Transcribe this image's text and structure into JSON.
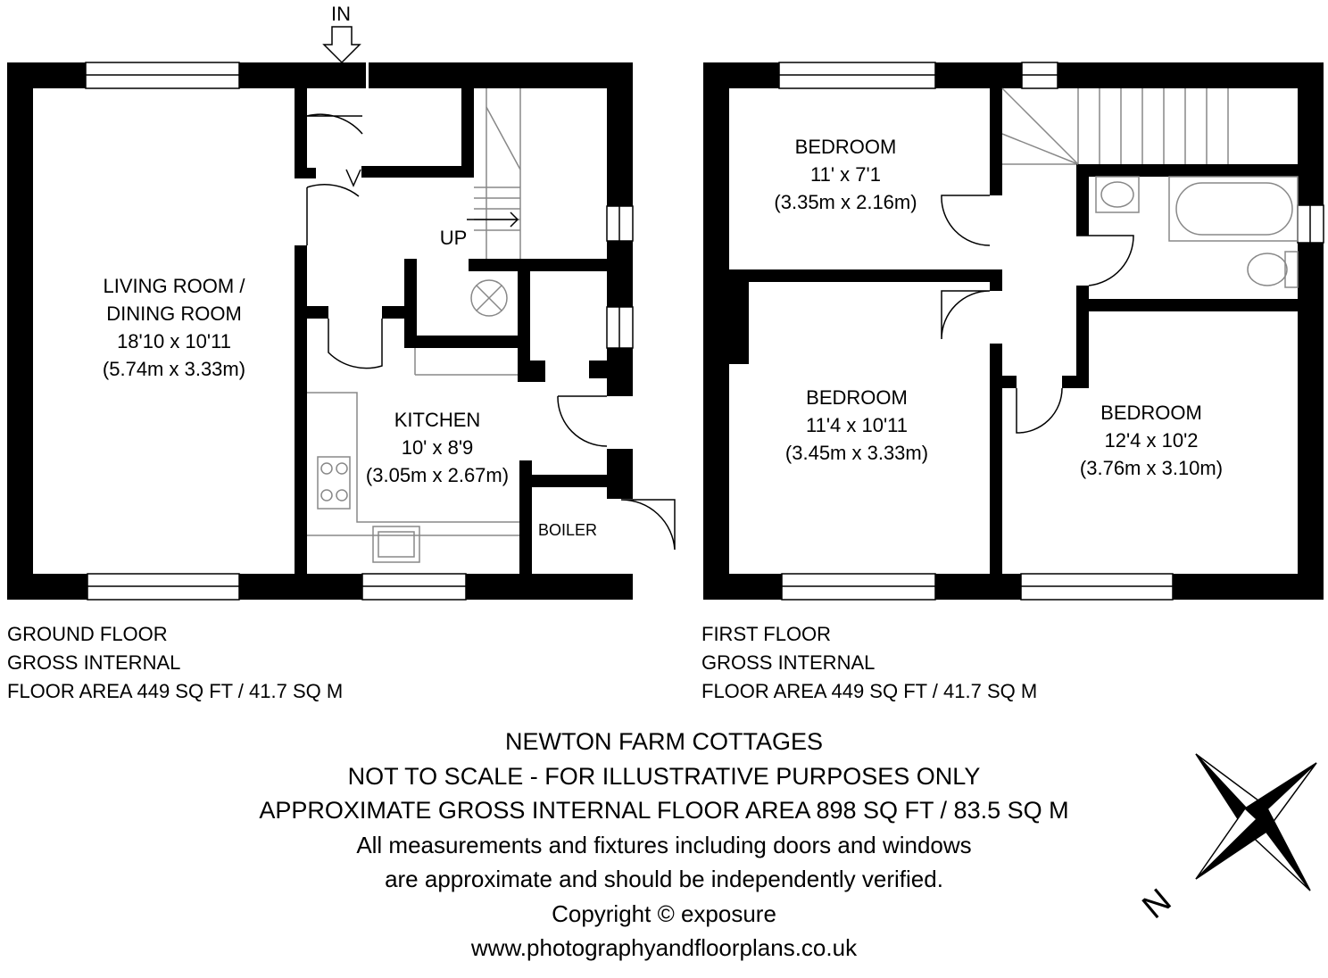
{
  "entrance": {
    "label": "IN"
  },
  "compass": {
    "label": "N",
    "icon": "north-compass-icon"
  },
  "ground_floor": {
    "rooms": {
      "living": {
        "name_line1": "LIVING ROOM /",
        "name_line2": "DINING ROOM",
        "dims_imperial": "18'10 x 10'11",
        "dims_metric": "(5.74m x 3.33m)"
      },
      "kitchen": {
        "name": "KITCHEN",
        "dims_imperial": "10' x 8'9",
        "dims_metric": "(3.05m x 2.67m)"
      },
      "boiler": {
        "name": "BOILER"
      },
      "stairs": {
        "label": "UP"
      }
    },
    "area_lines": [
      "GROUND FLOOR",
      "GROSS INTERNAL",
      "FLOOR AREA 449 SQ FT / 41.7 SQ M"
    ]
  },
  "first_floor": {
    "rooms": {
      "bedroom1": {
        "name": "BEDROOM",
        "dims_imperial": "11' x 7'1",
        "dims_metric": "(3.35m x 2.16m)"
      },
      "bedroom2": {
        "name": "BEDROOM",
        "dims_imperial": "11'4 x 10'11",
        "dims_metric": "(3.45m x 3.33m)"
      },
      "bedroom3": {
        "name": "BEDROOM",
        "dims_imperial": "12'4 x 10'2",
        "dims_metric": "(3.76m x 3.10m)"
      }
    },
    "area_lines": [
      "FIRST FLOOR",
      "GROSS INTERNAL",
      "FLOOR AREA 449 SQ FT / 41.7 SQ M"
    ]
  },
  "footer": {
    "property_name": "NEWTON FARM COTTAGES",
    "scale_note": "NOT TO SCALE - FOR ILLUSTRATIVE PURPOSES ONLY",
    "total_area": "APPROXIMATE GROSS INTERNAL FLOOR AREA 898 SQ FT / 83.5 SQ M",
    "disclaimer_line1": "All measurements and fixtures including doors and windows",
    "disclaimer_line2": "are approximate and should be independently verified.",
    "copyright": "Copyright © exposure",
    "website": "www.photographyandfloorplans.co.uk"
  },
  "colors": {
    "wall": "#000000",
    "line": "#888888",
    "background": "#ffffff"
  }
}
